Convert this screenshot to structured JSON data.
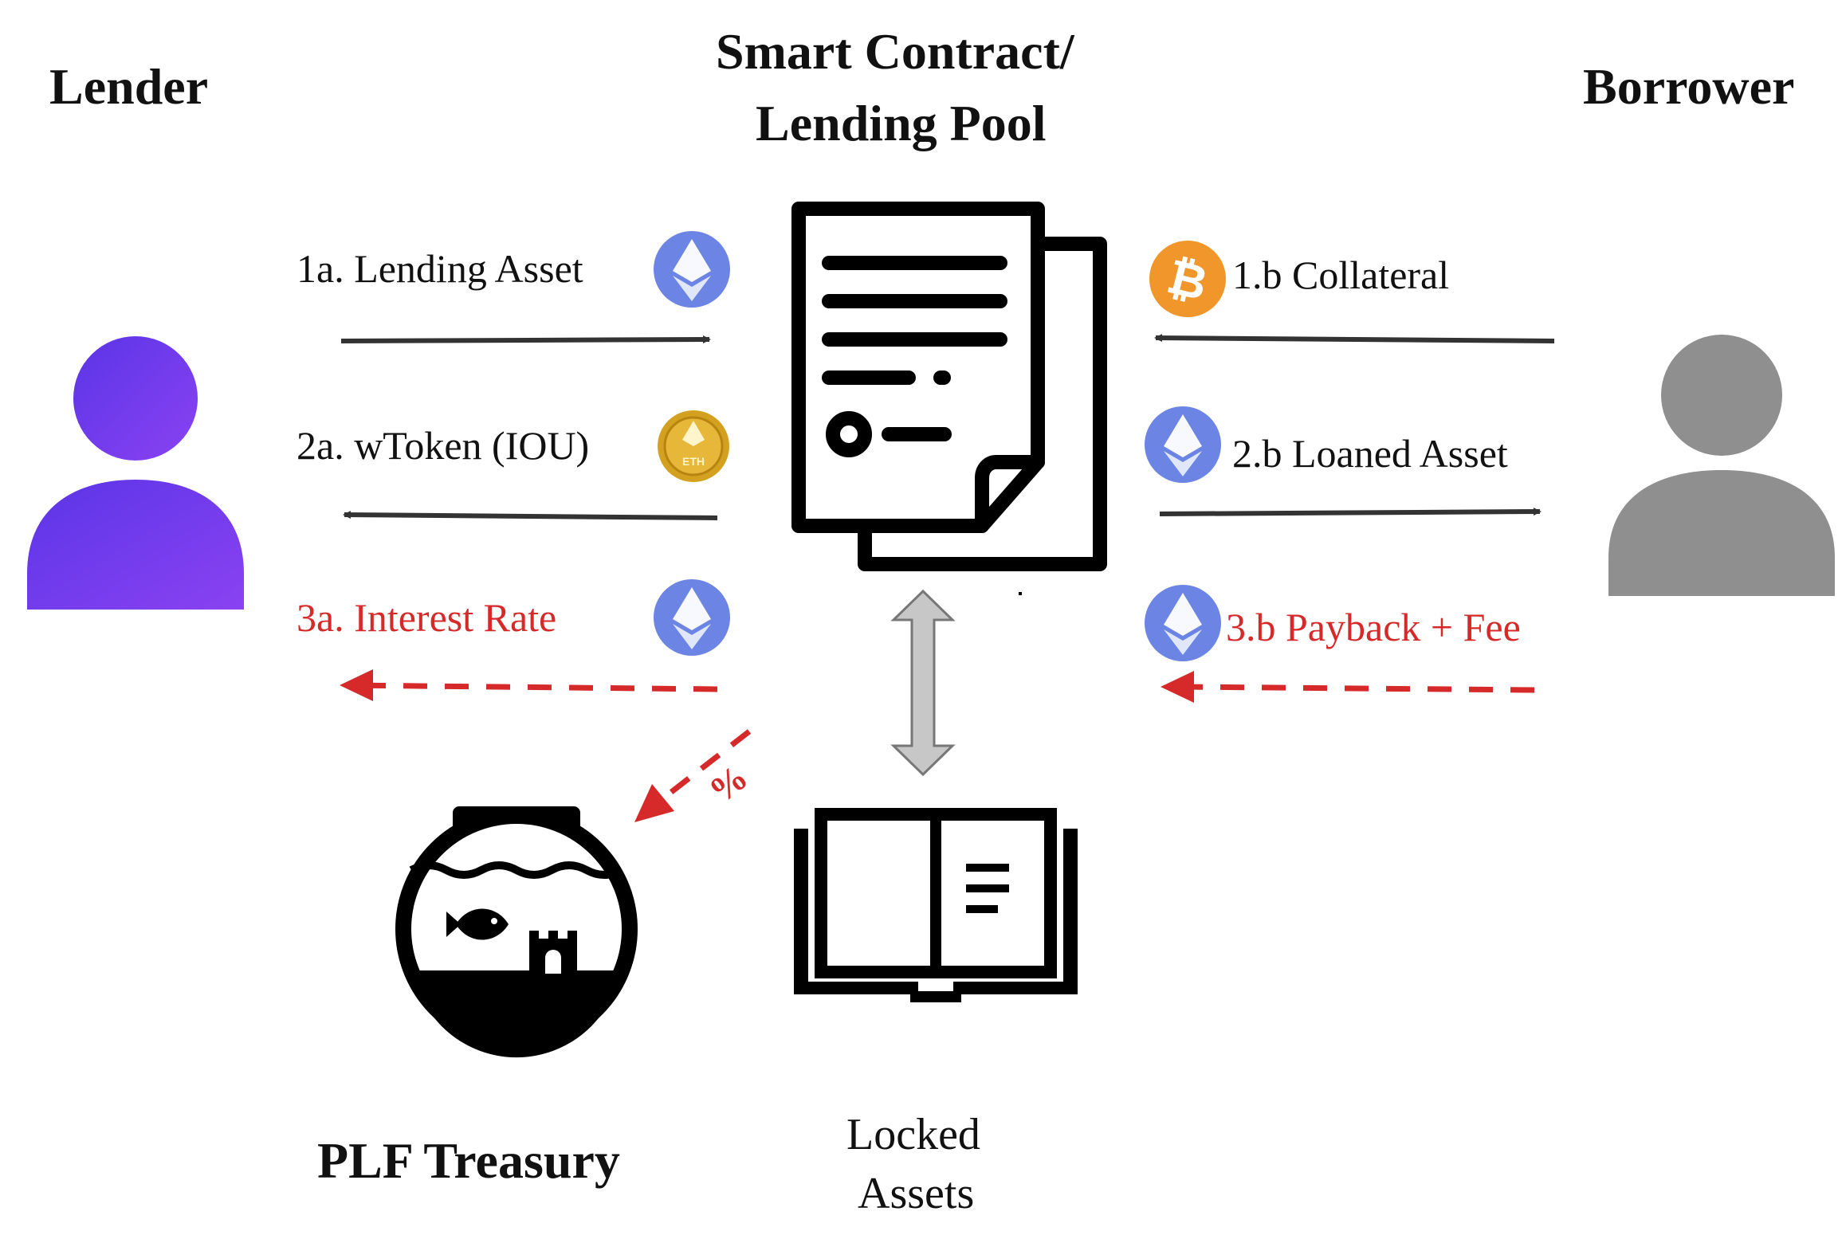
{
  "titles": {
    "lender": "Lender",
    "contract_line1": "Smart Contract/",
    "contract_line2": "Lending Pool",
    "borrower": "Borrower",
    "treasury": "PLF Treasury",
    "locked_line1": "Locked",
    "locked_line2": "Assets"
  },
  "steps": {
    "s1a": "1a. Lending Asset",
    "s2a": "2a. wToken (IOU)",
    "s3a": "3a. Interest Rate",
    "s1b": "1.b Collateral",
    "s2b": "2.b Loaned Asset",
    "s3b": "3.b Payback + Fee",
    "fee_symbol": "%"
  },
  "coins": {
    "eth_coin_text": "ETH"
  },
  "colors": {
    "lender": "#6f3df0",
    "borrower": "#8f8f8f",
    "eth_coin": "#6c85e4",
    "btc_coin": "#f0962a",
    "eth_gold_coin": "#d4a020",
    "arrow": "#333333",
    "payback_arrow": "#d62a2a",
    "bidirectional_arrow": "#c7c7c7"
  }
}
